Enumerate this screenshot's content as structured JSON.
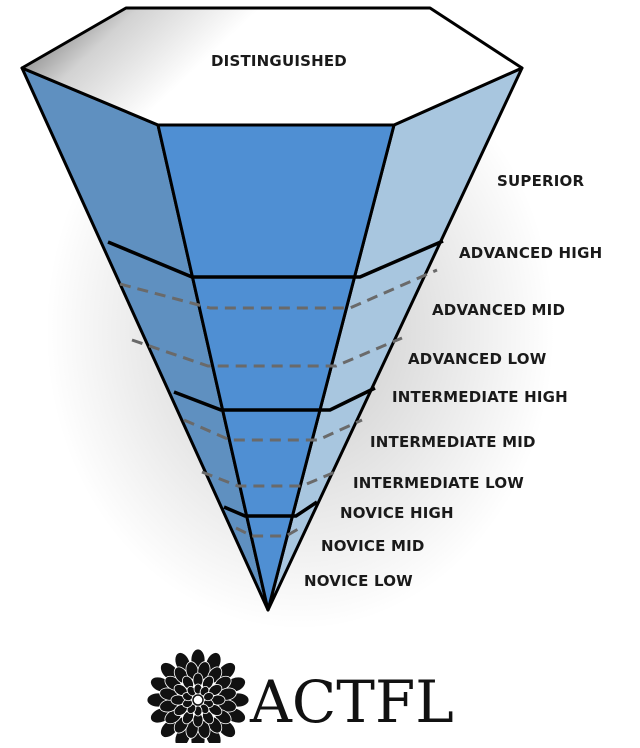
{
  "diagram": {
    "levels": [
      {
        "label": "DISTINGUISHED",
        "color": "#ffffff"
      },
      {
        "label": "SUPERIOR",
        "color": "#f7f400"
      },
      {
        "label": "ADVANCED HIGH",
        "color": "#fbc86a"
      },
      {
        "label": "ADVANCED MID",
        "color": "#f9a35c"
      },
      {
        "label": "ADVANCED LOW",
        "color": "#f79a54"
      },
      {
        "label": "INTERMEDIATE HIGH",
        "color": "#b7d075"
      },
      {
        "label": "INTERMEDIATE MID",
        "color": "#a9c96a"
      },
      {
        "label": "INTERMEDIATE LOW",
        "color": "#9dc062"
      },
      {
        "label": "NOVICE HIGH",
        "color": "#8fc2c0"
      },
      {
        "label": "NOVICE MID",
        "color": "#6aa3d8"
      },
      {
        "label": "NOVICE LOW",
        "color": "#4f8fd3"
      }
    ]
  },
  "logo": {
    "name": "ACTFL"
  }
}
